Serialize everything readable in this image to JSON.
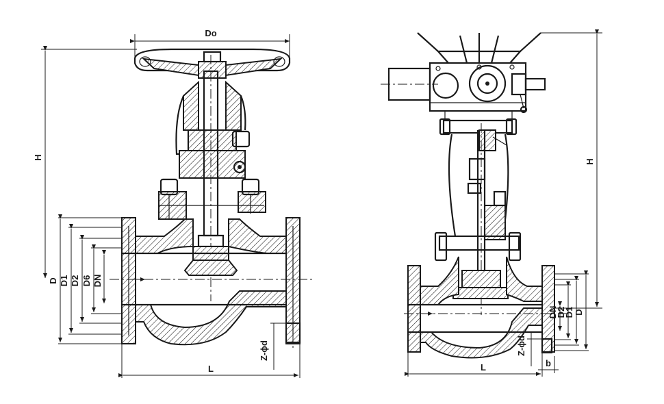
{
  "left_view": {
    "labels": {
      "do": "Do",
      "h": "H",
      "d": "D",
      "d1": "D1",
      "d2": "D2",
      "d6": "D6",
      "dn": "DN",
      "l": "L",
      "zd": "Z-ϕd"
    }
  },
  "right_view": {
    "labels": {
      "h": "H",
      "dn": "DN",
      "d2": "D2",
      "d1": "D1",
      "d": "D",
      "l": "L",
      "zd": "Z-ϕd",
      "b": "b"
    }
  }
}
